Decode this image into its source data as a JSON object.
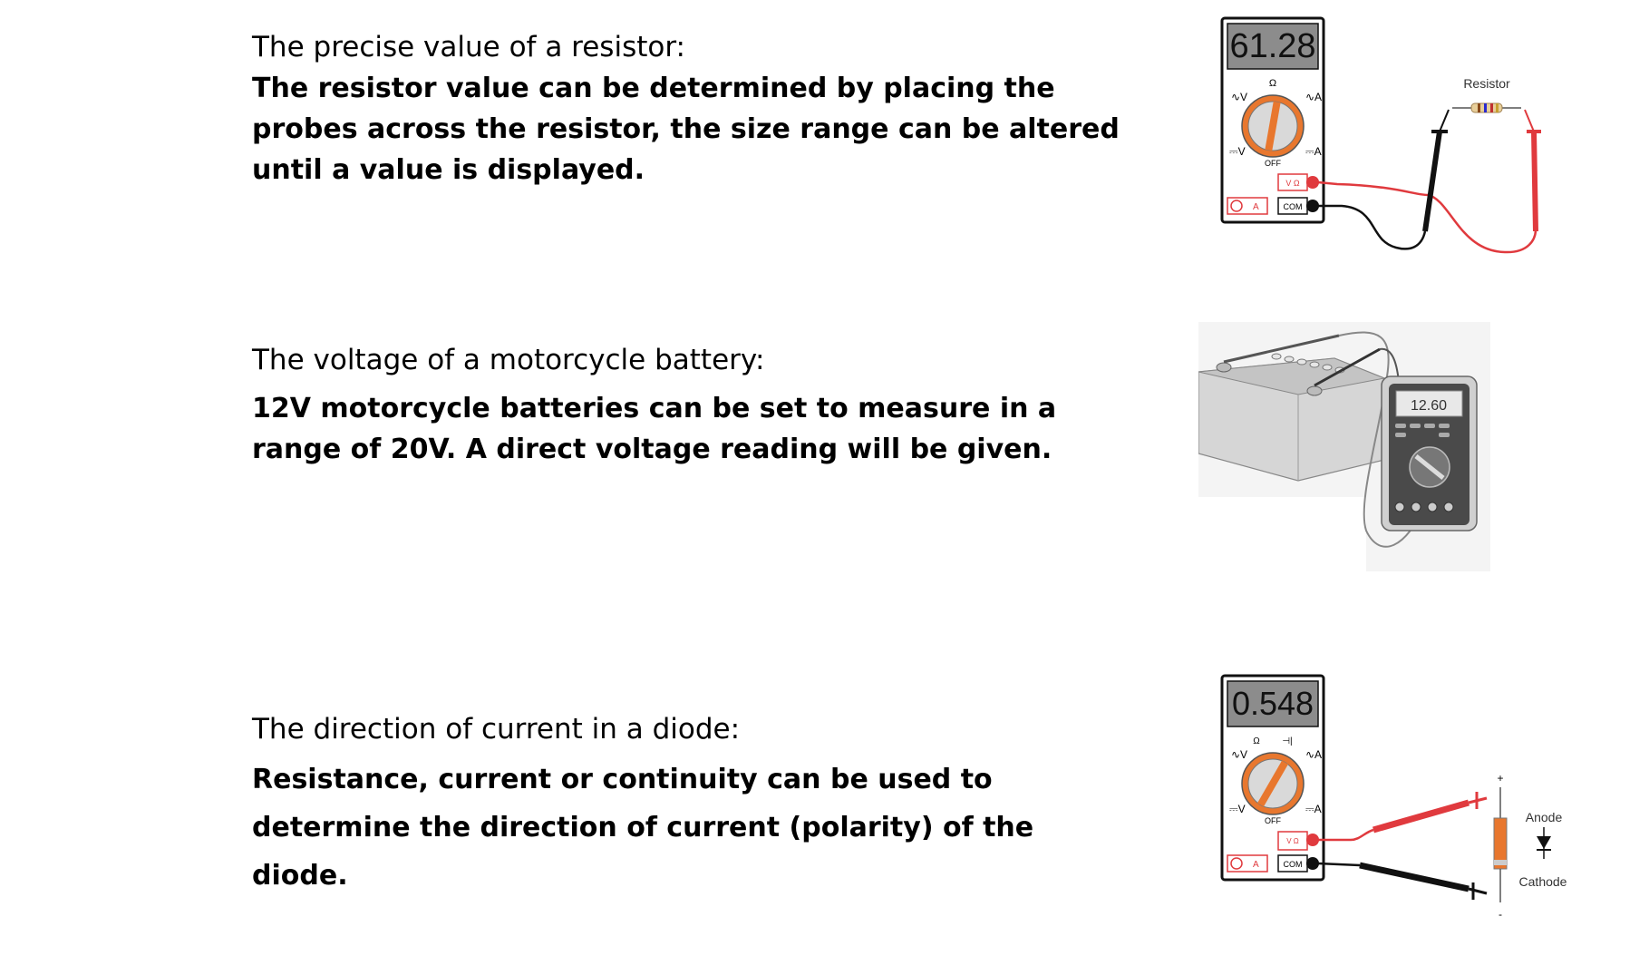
{
  "sections": [
    {
      "heading": "The precise value of a resistor:",
      "body": "The resistor value can be determined by placing the probes across the resistor, the size range can be altered until a value is displayed."
    },
    {
      "heading": "The voltage of a motorcycle battery:",
      "body": "12V motorcycle batteries can be set to measure in a range of 20V. A direct voltage reading will be given."
    },
    {
      "heading": "The direction of current in a diode:",
      "body": "Resistance, current or continuity can be used to determine the direction of current (polarity) of the diode."
    }
  ],
  "figures": {
    "resistor": {
      "display": "61.28",
      "label": "Resistor",
      "dial_top": "Ω",
      "ac_v": "∿V",
      "ac_a": "∿A",
      "dc_v": "⎓V",
      "dc_a": "⎓A",
      "off": "OFF",
      "port_vohm": "V Ω",
      "port_com": "COM",
      "port_a": "A"
    },
    "battery": {
      "display": "12.60"
    },
    "diode": {
      "display": "0.548",
      "dial_top": "Ω",
      "diode_symbol": "⊣|",
      "ac_v": "∿V",
      "ac_a": "∿A",
      "dc_v": "⎓V",
      "dc_a": "⎓A",
      "off": "OFF",
      "port_vohm": "V Ω",
      "port_com": "COM",
      "port_a": "A",
      "plus": "+",
      "minus": "-",
      "anode": "Anode",
      "cathode": "Cathode"
    }
  },
  "colors": {
    "probe_red": "#e03a3e",
    "probe_black": "#111111",
    "dial": "#e8772e",
    "lcd": "#8c8c8c"
  }
}
